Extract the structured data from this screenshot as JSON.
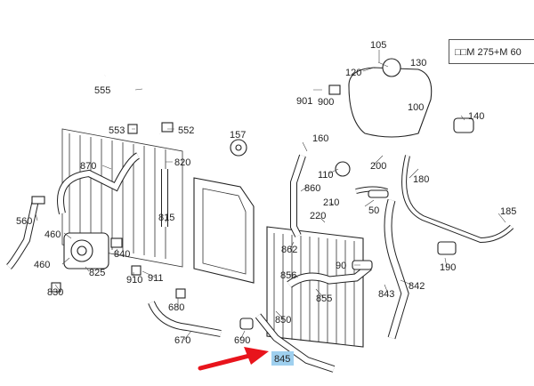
{
  "header": {
    "label": "□□M 275+M 60"
  },
  "callouts": [
    "105",
    "130",
    "120",
    "901",
    "900",
    "100",
    "555",
    "553",
    "552",
    "157",
    "140",
    "160",
    "870",
    "820",
    "110",
    "200",
    "180",
    "860",
    "210",
    "50",
    "815",
    "220",
    "185",
    "560",
    "460",
    "862",
    "840",
    "190",
    "460",
    "825",
    "910",
    "911",
    "90",
    "856",
    "842",
    "830",
    "855",
    "843",
    "680",
    "850",
    "670",
    "690",
    "845"
  ],
  "highlighted_callout": "845",
  "colors": {
    "highlight": "#9fd0ef",
    "arrow": "#e8141c",
    "line": "#222222"
  }
}
